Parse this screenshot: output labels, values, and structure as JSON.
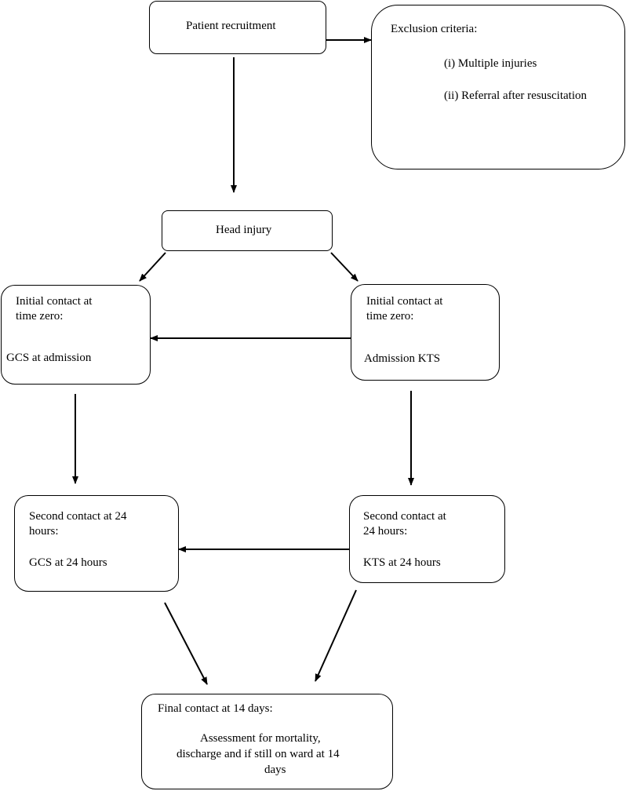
{
  "flowchart": {
    "recruitment": "Patient recruitment",
    "exclusion": {
      "title": "Exclusion criteria:",
      "items": [
        "(i) Multiple injuries",
        "(ii) Referral after resuscitation"
      ]
    },
    "head_injury": "Head injury",
    "initial_left": {
      "line1": "Initial contact at",
      "line2": "time zero:",
      "detail": "GCS at admission"
    },
    "initial_right": {
      "line1": "Initial contact at",
      "line2": "time zero:",
      "detail": "Admission KTS"
    },
    "second_left": {
      "line1": "Second contact at 24",
      "line2": "hours:",
      "detail": "GCS at 24 hours"
    },
    "second_right": {
      "line1": "Second contact at",
      "line2": "24 hours:",
      "detail": "KTS at 24 hours"
    },
    "final": {
      "title": "Final contact at 14 days:",
      "lines": [
        "Assessment for mortality,",
        "discharge and if still on ward at 14",
        "days"
      ]
    }
  }
}
